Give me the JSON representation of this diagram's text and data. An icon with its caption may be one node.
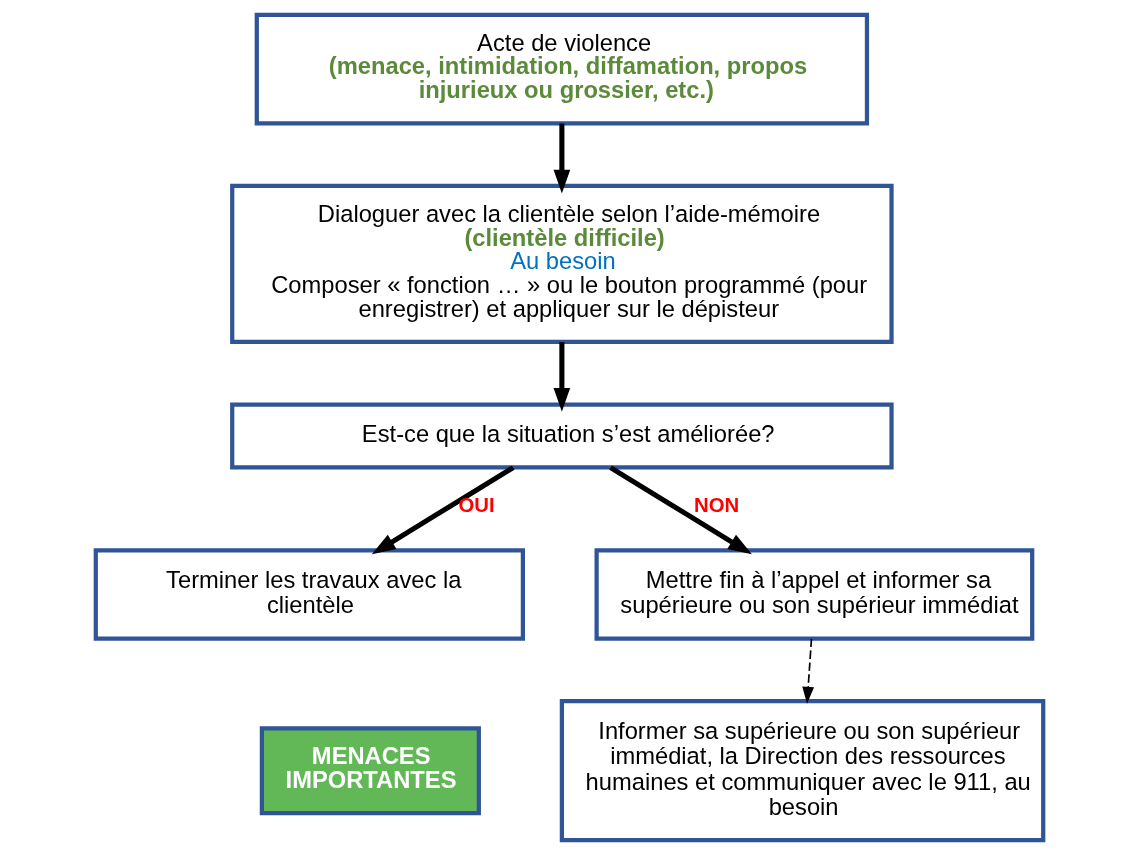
{
  "diagram": {
    "nodes": [
      {
        "text": [
          "Acte de violence",
          "(menace, intimidation, diffamation, propos injurieux ou grossier, etc.)"
        ]
      },
      {
        "text": [
          "Dialoguer avec la clientèle selon l’aide-mémoire",
          "(clientèle difficile)",
          "Au besoin",
          "Composer « fonction … » ou le bouton programmé (pour enregistrer) et appliquer sur le dépisteur"
        ]
      },
      {
        "text": [
          "Est-ce que la situation s’est améliorée?"
        ]
      },
      {
        "text": [
          "Terminer les travaux avec la clientèle"
        ]
      },
      {
        "text": [
          "Mettre fin à l’appel et informer sa supérieure ou son supérieur immédiat"
        ]
      },
      {
        "text": [
          "MENACES IMPORTANTES"
        ]
      },
      {
        "text": [
          "Informer sa supérieure ou son supérieur immédiat, la Direction des ressources humaines et communiquer avec le 911, au besoin"
        ]
      }
    ],
    "edges": [
      {
        "from": 0,
        "to": 1,
        "arrow": "to"
      },
      {
        "from": 1,
        "to": 2,
        "arrow": "to"
      },
      {
        "from": 2,
        "to": 3,
        "arrow": "to",
        "label": "OUI"
      },
      {
        "from": 2,
        "to": 4,
        "arrow": "to",
        "label": "NON"
      },
      {
        "from": 4,
        "to": 6,
        "arrow": "to",
        "style": "dashed"
      }
    ]
  }
}
